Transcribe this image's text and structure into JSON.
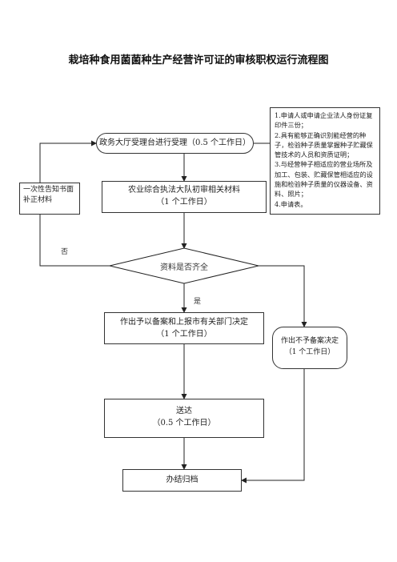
{
  "title": "栽培种食用菌菌种生产经营许可证的审核职权运行流程图",
  "steps": {
    "accept": "政务大厅受理台进行受理（0.5 个工作日）",
    "review_line1": "农业综合执法大队初审相关材料",
    "review_line2": "（1 个工作日）",
    "check": "资料是否齐全",
    "approve_line1": "作出予以备案和上报市有关部门决定",
    "approve_line2": "（1 个工作日）",
    "reject_line1": "作出不予备案决定",
    "reject_line2": "（1 个工作日）",
    "deliver_line1": "送达",
    "deliver_line2": "（0.5 个工作日）",
    "archive": "办结归档",
    "notify": "一次性告知书面补正材料"
  },
  "labels": {
    "no": "否",
    "yes": "是"
  },
  "requirements": [
    "1.申请人或申请企业法人身份证复印件三份；",
    "2.具有能够正确识别能经营的种子，检验种子质量掌握种子贮藏保管技术的人员和资质证明；",
    "3.与经营种子相适应的营业场所及加工、包装、贮藏保管相适应的设施和检验种子质量的仪器设备、资料、照片；",
    "4.申请表。"
  ]
}
